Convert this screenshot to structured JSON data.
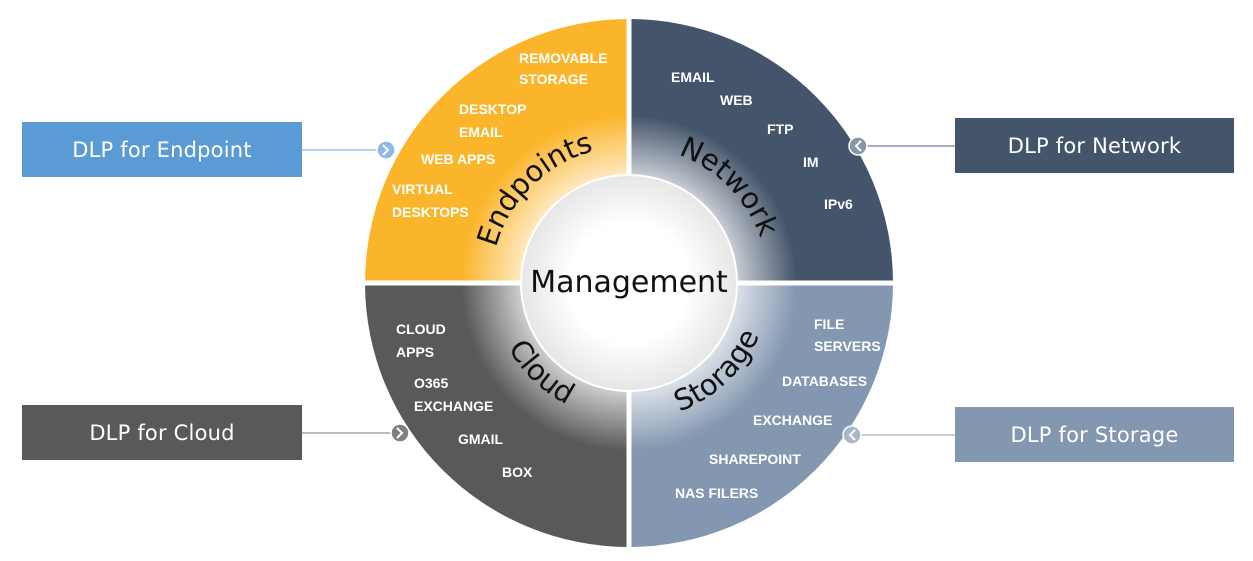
{
  "center_label": "Management",
  "quadrants": {
    "endpoints": {
      "label": "Endpoints",
      "color": "#fbb52b",
      "items": [
        "REMOVABLE",
        "STORAGE",
        "DESKTOP",
        "EMAIL",
        "WEB APPS",
        "VIRTUAL",
        "DESKTOPS"
      ]
    },
    "network": {
      "label": "Network",
      "color": "#44546a",
      "items": [
        "EMAIL",
        "WEB",
        "FTP",
        "IM",
        "IPv6"
      ]
    },
    "cloud": {
      "label": "Cloud",
      "color": "#595959",
      "items": [
        "CLOUD",
        "APPS",
        "O365",
        "EXCHANGE",
        "GMAIL",
        "BOX"
      ]
    },
    "storage": {
      "label": "Storage",
      "color": "#8497b0",
      "items": [
        "FILE",
        "SERVERS",
        "DATABASES",
        "EXCHANGE",
        "SHAREPOINT",
        "NAS FILERS"
      ]
    }
  },
  "side_boxes": {
    "endpoint": "DLP for Endpoint",
    "network": "DLP for Network",
    "cloud": "DLP for Cloud",
    "storage": "DLP for Storage"
  }
}
